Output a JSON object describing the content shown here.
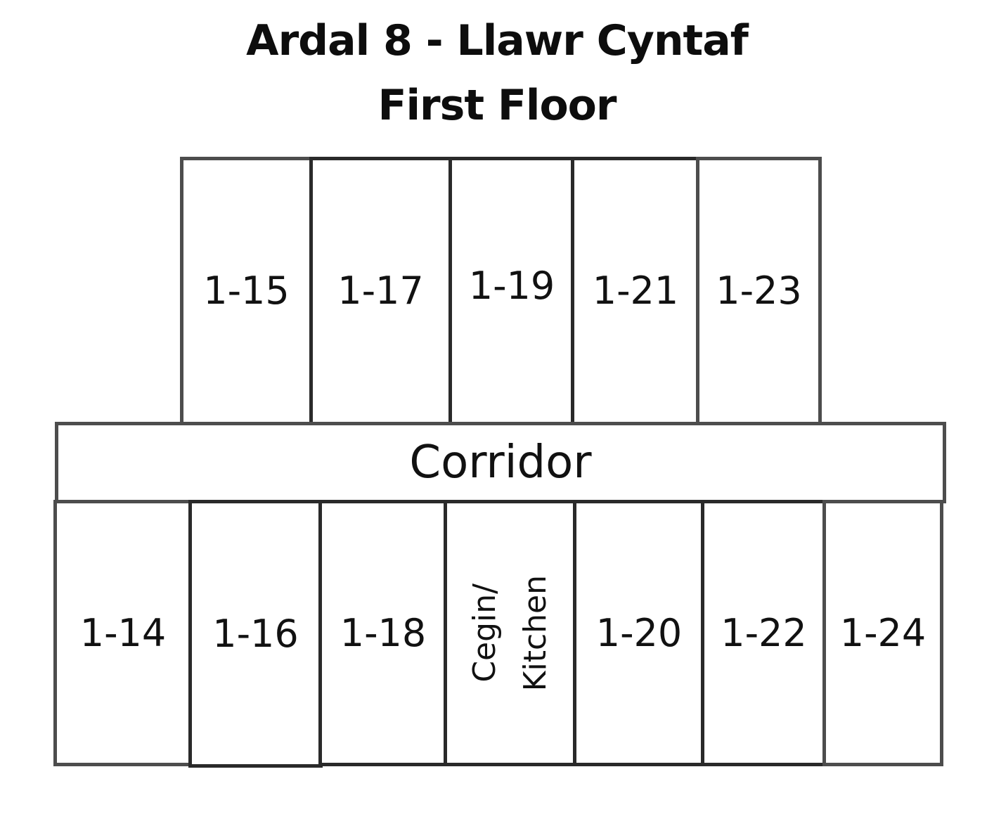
{
  "title": {
    "line1": "Ardal 8 - Llawr Cyntaf",
    "line2": "First Floor"
  },
  "upper_rooms": [
    "1-15",
    "1-17",
    "1-19",
    "1-21",
    "1-23"
  ],
  "corridor": "Corridor",
  "lower_rooms": [
    "1-14",
    "1-16",
    "1-18",
    "1-20",
    "1-22",
    "1-24"
  ],
  "kitchen": {
    "line1": "Cegin/",
    "line2": "Kitchen"
  },
  "colors": {
    "stroke": "#2a2a2a",
    "stroke_light": "#4d4d4d",
    "background": "#ffffff",
    "text": "#111111"
  }
}
